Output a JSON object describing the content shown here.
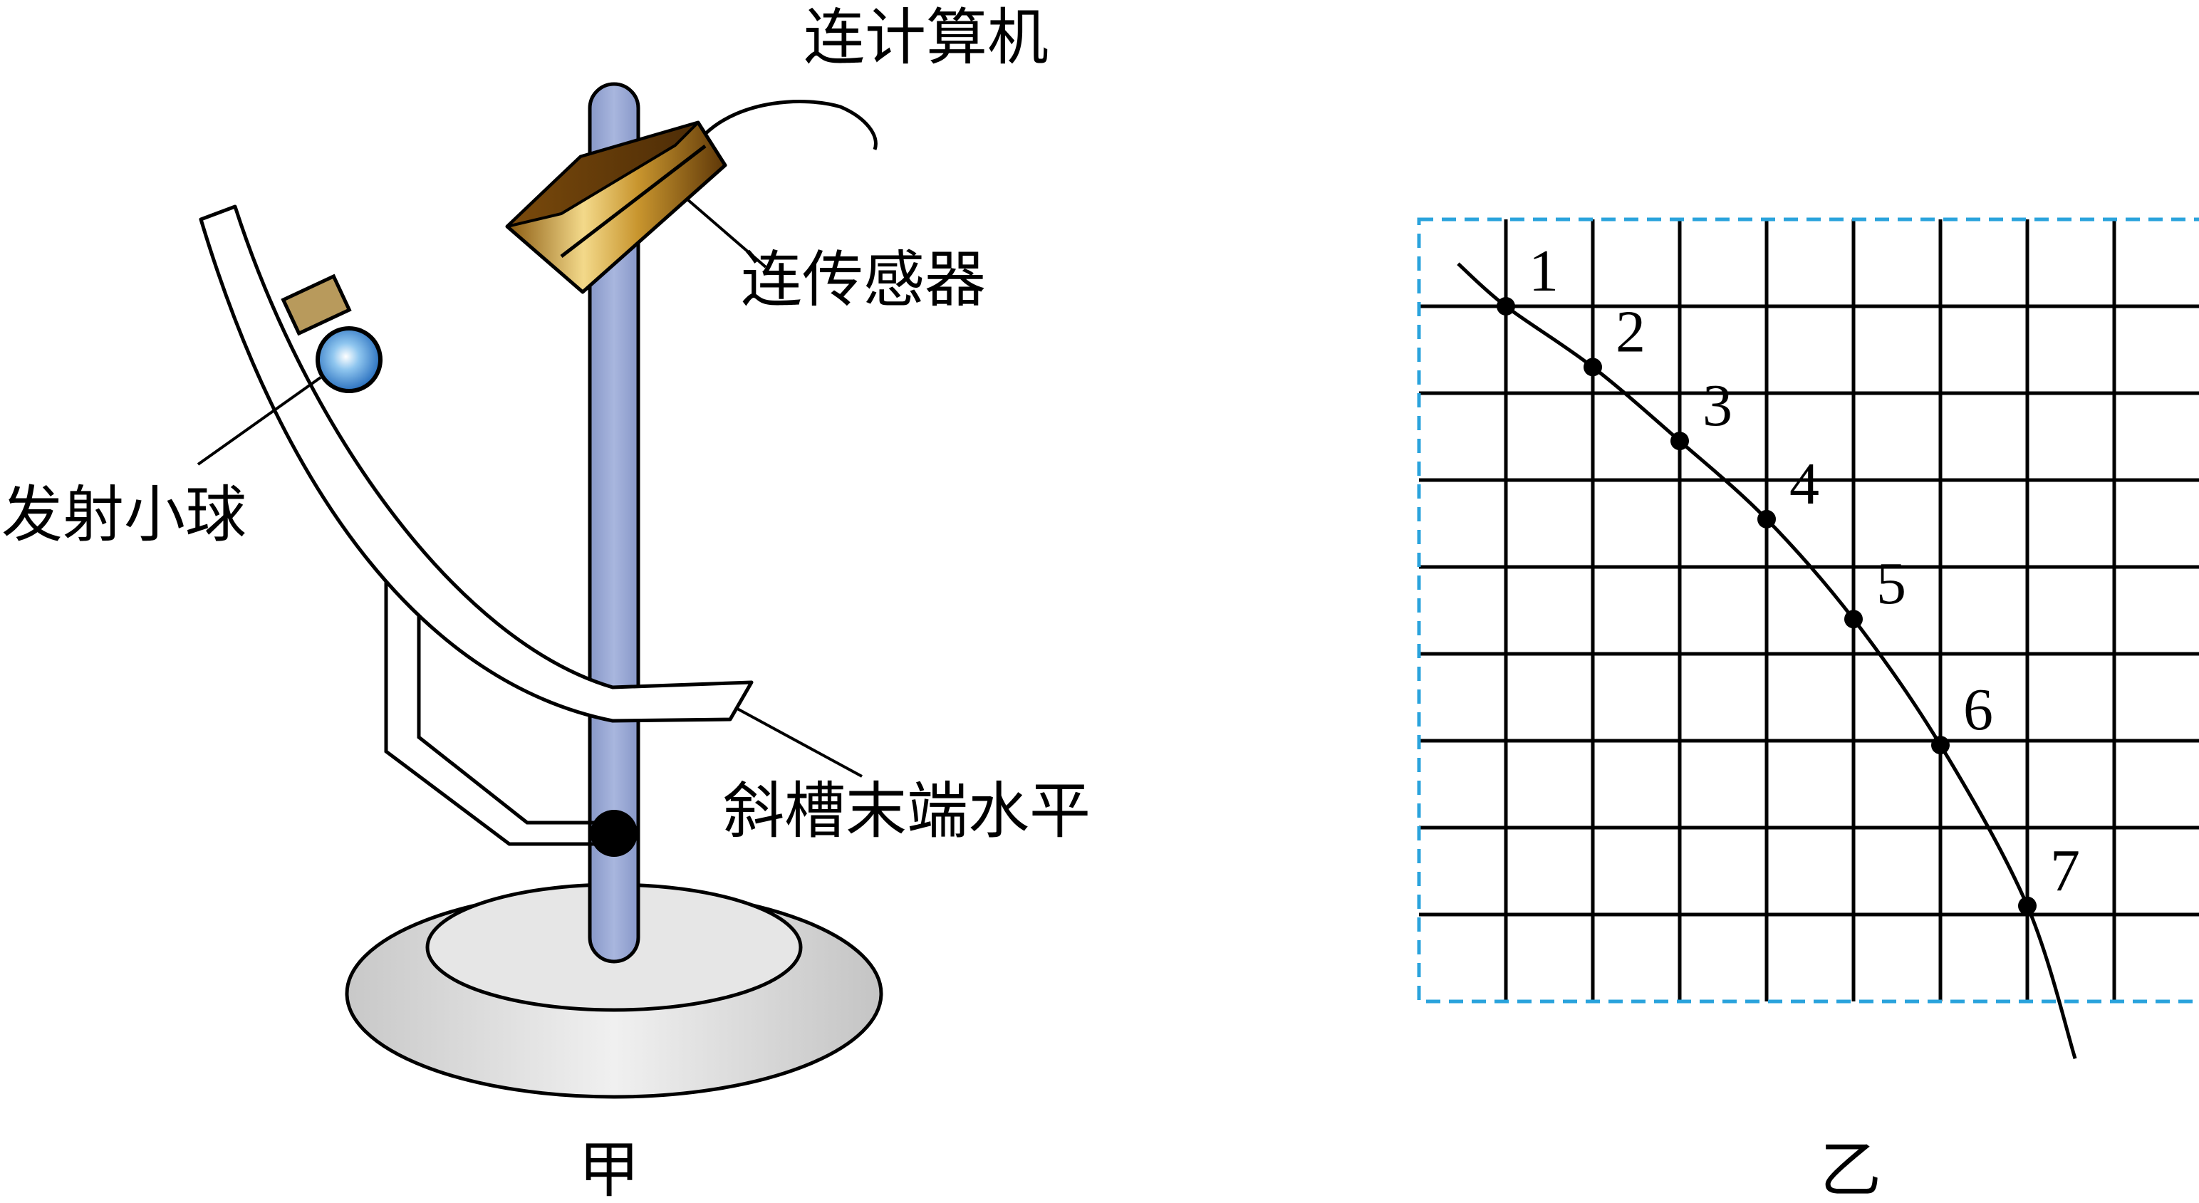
{
  "apparatus": {
    "label_computer": "连计算机",
    "label_sensor": "连传感器",
    "label_ball": "发射小球",
    "label_chute": "斜槽末端水平",
    "caption": "甲"
  },
  "trajectory": {
    "caption": "乙",
    "grid": {
      "columns": 9,
      "rows": 9
    },
    "points": [
      {
        "label": "1",
        "col": 1,
        "row": 1
      },
      {
        "label": "2",
        "col": 2,
        "row": 1.7
      },
      {
        "label": "3",
        "col": 3,
        "row": 2.55
      },
      {
        "label": "4",
        "col": 4,
        "row": 3.45
      },
      {
        "label": "5",
        "col": 5,
        "row": 4.6
      },
      {
        "label": "6",
        "col": 6,
        "row": 6.05
      },
      {
        "label": "7",
        "col": 7,
        "row": 7.9
      }
    ]
  },
  "colors": {
    "grid_border": "#2aa3dc",
    "rod": "#9aabd6",
    "sensor": "#b07a1a",
    "ball": "#2f7fd0",
    "base": "#d6d6d6"
  }
}
